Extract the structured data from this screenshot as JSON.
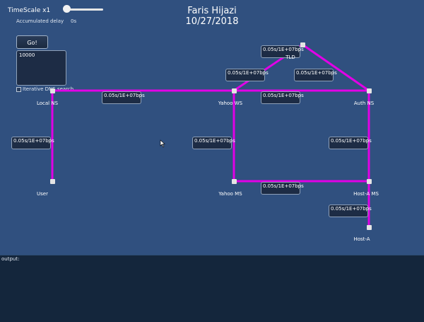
{
  "controls": {
    "timescale_label": "TimeScale x1",
    "accumulated_delay_label": "Accumulated delay",
    "accumulated_delay_value": "0s",
    "go_label": "Go!",
    "query_value": "10000",
    "iterative_label": "Iterative DNS search",
    "iterative_checked": false,
    "timescale_level": 0
  },
  "header": {
    "name": "Faris Hijazi",
    "date": "10/27/2018"
  },
  "nodes": [
    {
      "id": "local_ns",
      "label": "Local NS"
    },
    {
      "id": "user",
      "label": "User"
    },
    {
      "id": "yahoo_ws",
      "label": "Yahoo WS"
    },
    {
      "id": "yahoo_ms",
      "label": "Yahoo MS"
    },
    {
      "id": "tld",
      "label": "TLD"
    },
    {
      "id": "auth_ns",
      "label": "Auth NS"
    },
    {
      "id": "host_a_ms",
      "label": "Host-A MS"
    },
    {
      "id": "host_a",
      "label": "Host-A"
    }
  ],
  "links": [
    {
      "from": "local_ns",
      "to": "yahoo_ws",
      "label": "0.05s/1E+07bps"
    },
    {
      "from": "local_ns",
      "to": "user",
      "label": "0.05s/1E+07bps"
    },
    {
      "from": "yahoo_ws",
      "to": "tld",
      "label": "0.05s/1E+07bps"
    },
    {
      "from": "tld",
      "to": "auth_ns",
      "label": "0.05s/1E+07bps"
    },
    {
      "from": "yahoo_ws",
      "to": "auth_ns",
      "label": "0.05s/1E+07bps"
    },
    {
      "from": "yahoo_ws",
      "to": "yahoo_ms",
      "label": "0.05s/1E+07bps"
    },
    {
      "from": "auth_ns",
      "to": "host_a_ms",
      "label": "0.05s/1E+07bps"
    },
    {
      "from": "yahoo_ms",
      "to": "host_a_ms",
      "label": "0.05s/1E+07bps"
    },
    {
      "from": "host_a_ms",
      "to": "host_a",
      "label": "0.05s/1E+07bps"
    },
    {
      "from": "yahoo_ws",
      "to": "tld",
      "label": "0.05s/1E+07bps"
    }
  ],
  "output": {
    "label": "output:"
  },
  "colors": {
    "background": "#30507f",
    "link": "#e100e6",
    "output_bg": "#14263c"
  }
}
